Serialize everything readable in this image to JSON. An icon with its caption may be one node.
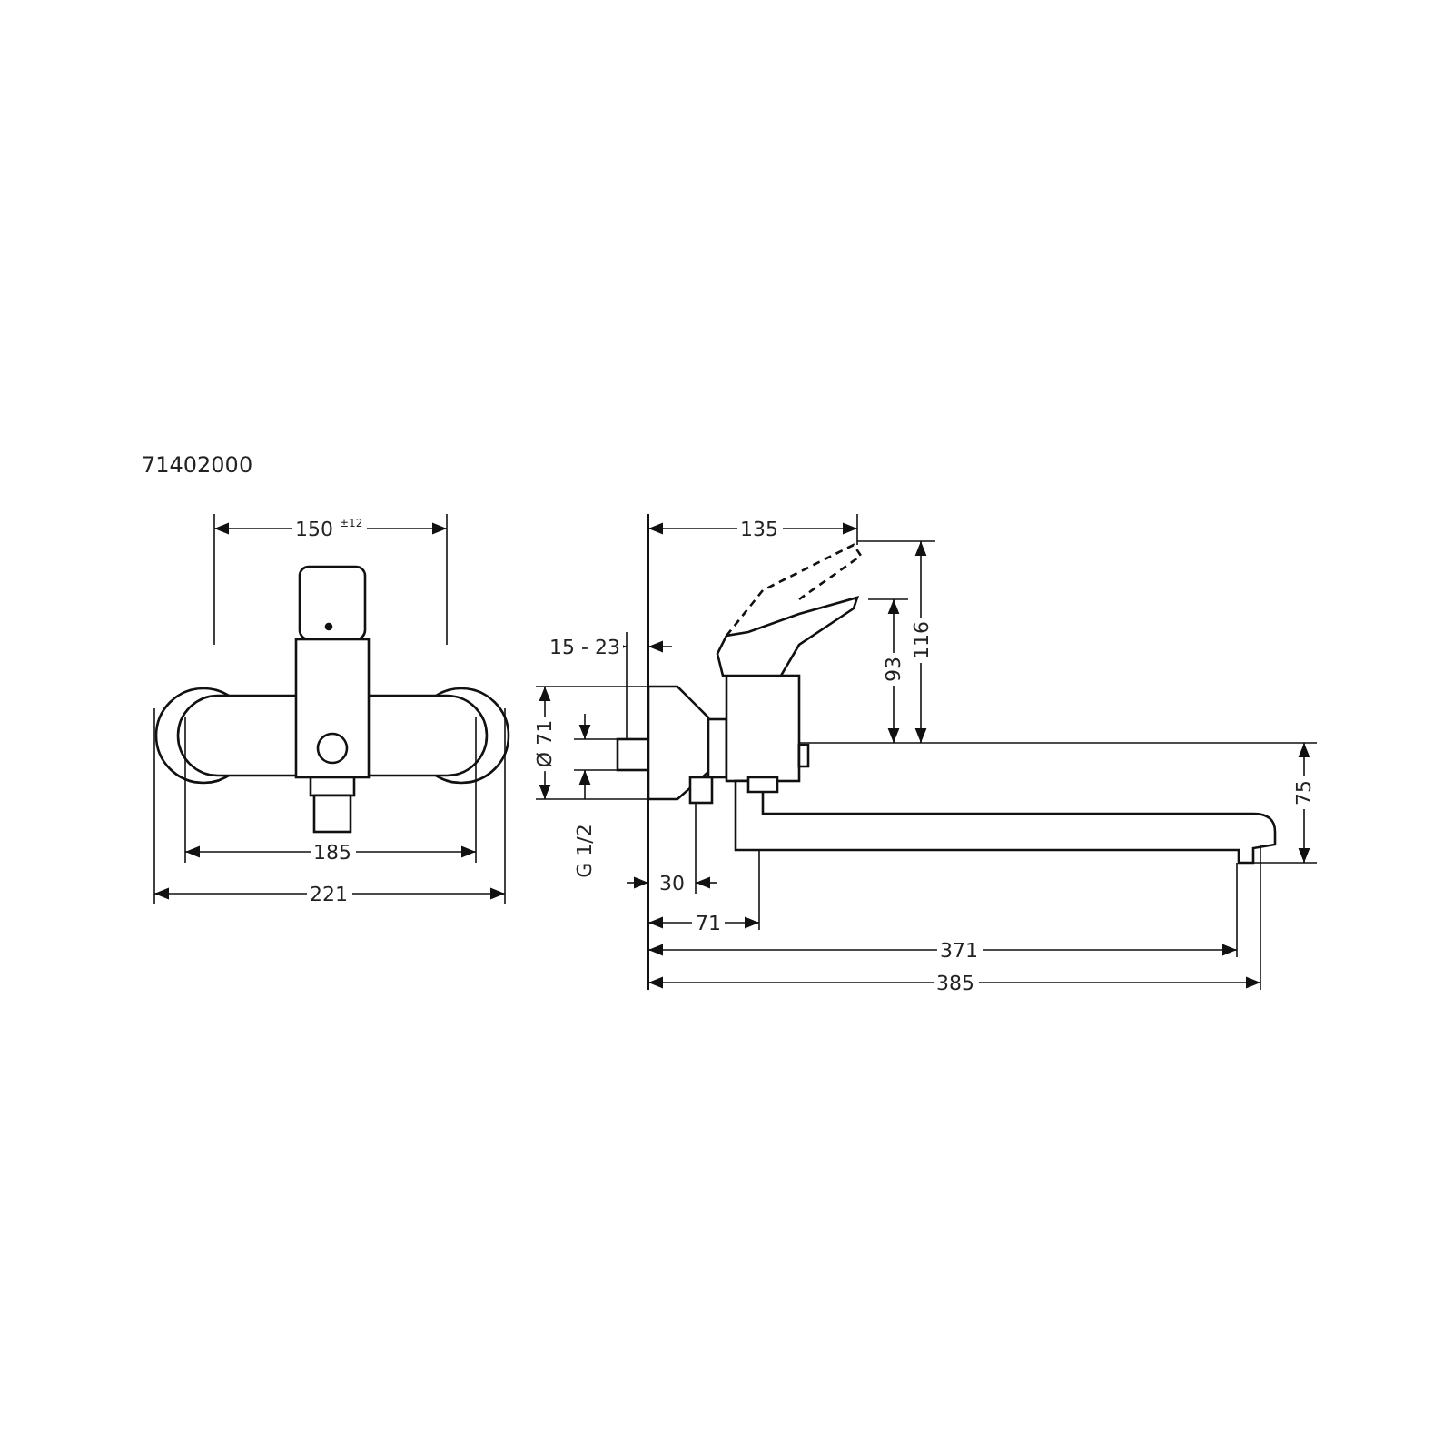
{
  "diagram": {
    "labels": [
      "71402000",
      "150 $^{±12}$",
      "15 - 23",
      "135",
      "93",
      "116",
      "Ø 71",
      "G 1/2",
      "75",
      "185",
      "221",
      "30",
      "71",
      "371",
      "385"
    ]
  }
}
